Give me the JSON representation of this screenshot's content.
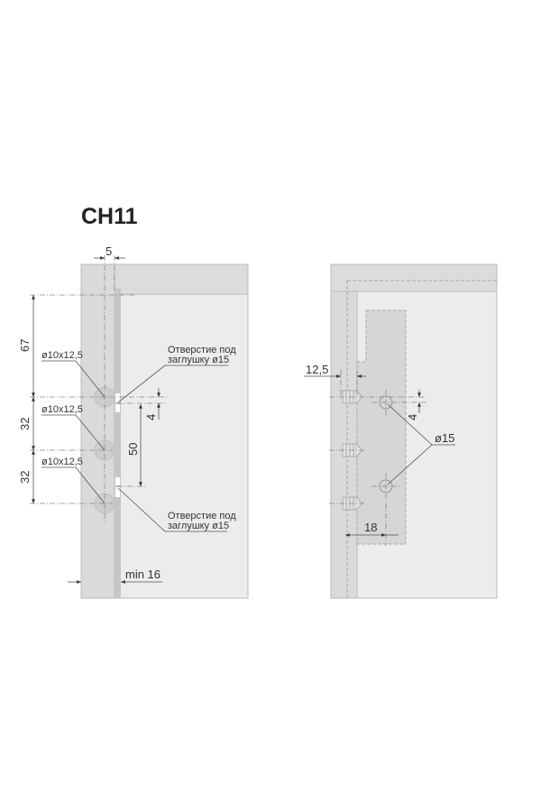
{
  "title": "CH11",
  "left_view": {
    "dim_top": "5",
    "dim_67": "67",
    "dim_32a": "32",
    "dim_32b": "32",
    "dim_50": "50",
    "dim_4": "4",
    "dim_min16": "min 16",
    "hole_labels": [
      "ø10x12,5",
      "ø10x12,5",
      "ø10x12,5"
    ],
    "plug_label_top": {
      "line1": "Отверстие под",
      "line2": "заглушку  ø15"
    },
    "plug_label_bottom": {
      "line1": "Отверстие под",
      "line2": "заглушку  ø15"
    }
  },
  "right_view": {
    "dim_12_5": "12,5",
    "dim_4": "4",
    "dim_d15": "ø15",
    "dim_18": "18"
  },
  "colors": {
    "panel": "#ececec",
    "side": "#d9d9d9",
    "edge": "#c6c6c6",
    "hole": "#cdcdcd"
  }
}
